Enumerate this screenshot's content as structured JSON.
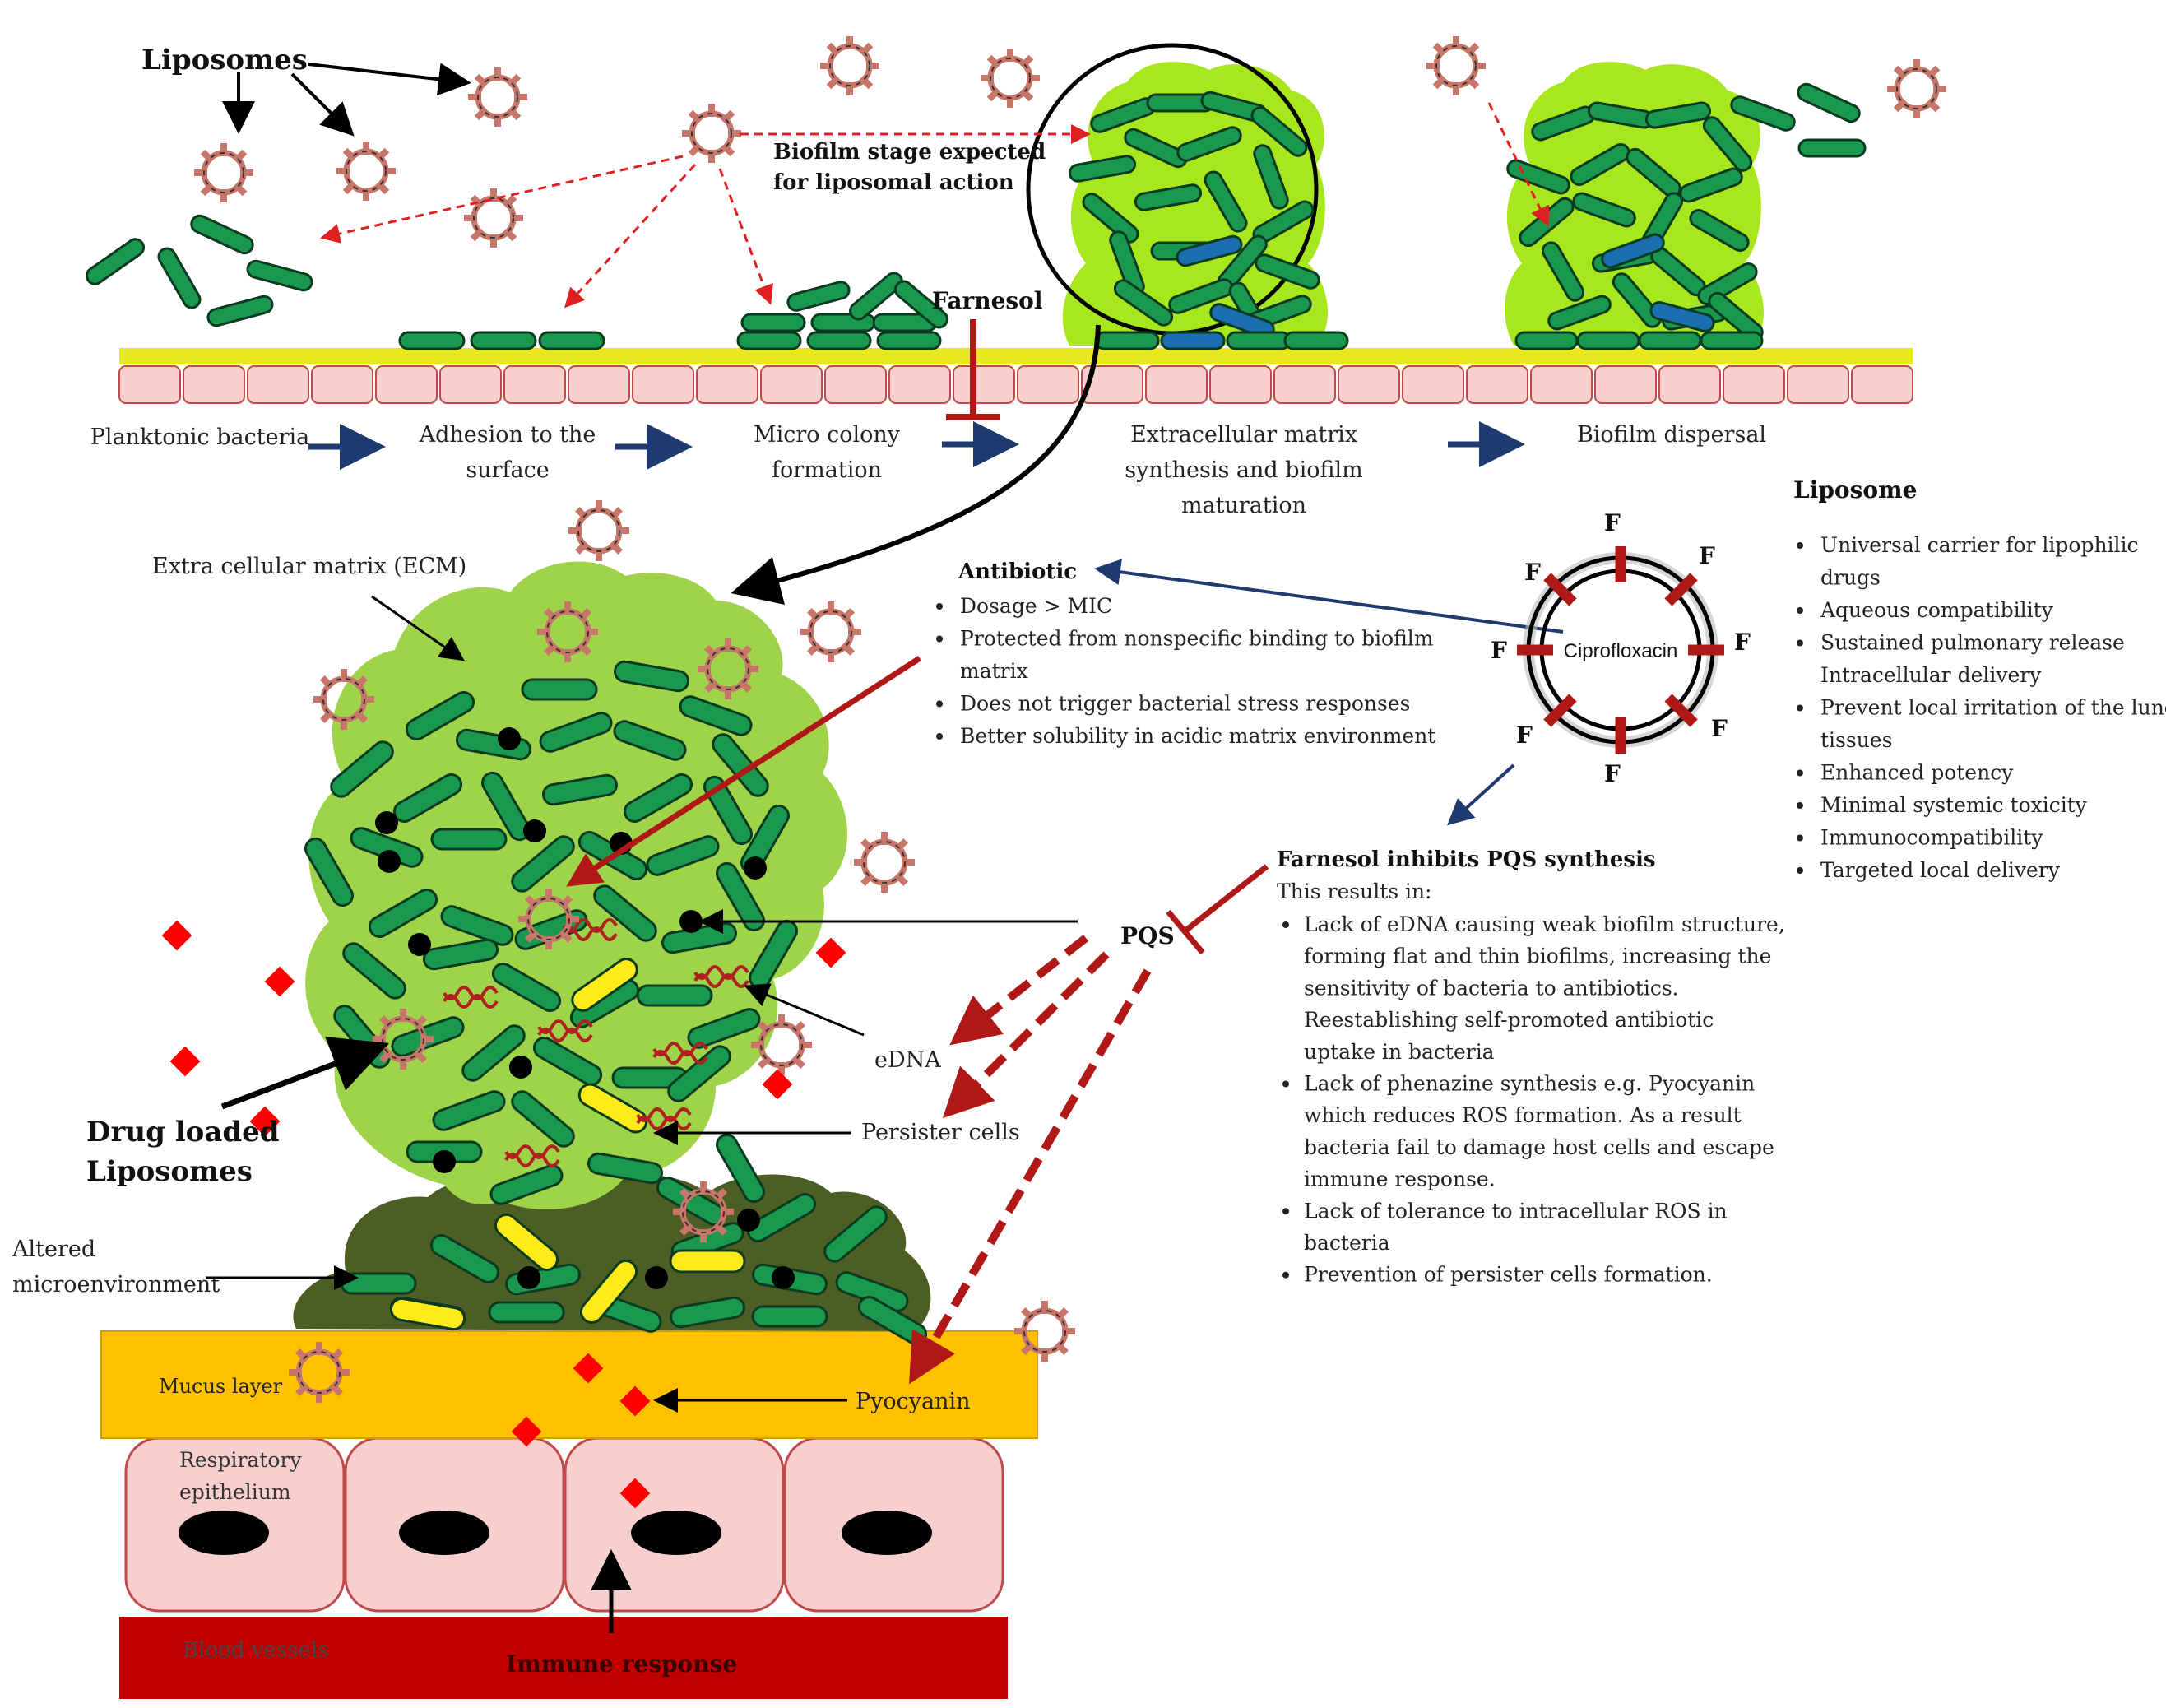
{
  "colors": {
    "bacteria_green": "#1a9850",
    "persister_yellow": "#ffeb1a",
    "biofilm_light": "#9fd44a",
    "biofilm_bright": "#a8e61d",
    "altered_dark": "#4d5e24",
    "mucus": "#ffc000",
    "epithelium": "#f8cfcf",
    "blood": "#c00000",
    "surface_yellow": "#e8e820",
    "inhibit_red": "#b01818",
    "navy_arrow": "#1f3a6e",
    "pyocyanin_red": "#ff0000"
  },
  "top_panel": {
    "liposomes_label": "Liposomes",
    "biofilm_stage_line1": "Biofilm stage expected",
    "biofilm_stage_line2": "for liposomal action",
    "farnesol_label": "Farnesol",
    "stages": [
      {
        "line1": "Planktonic bacteria",
        "line2": "",
        "line3": ""
      },
      {
        "line1": "Adhesion to the",
        "line2": "surface",
        "line3": ""
      },
      {
        "line1": "Micro colony",
        "line2": "formation",
        "line3": ""
      },
      {
        "line1": "Extracellular matrix",
        "line2": "synthesis and biofilm",
        "line3": "maturation"
      },
      {
        "line1": "Biofilm dispersal",
        "line2": "",
        "line3": ""
      }
    ]
  },
  "liposome_panel": {
    "title": "Liposome",
    "items": [
      "Universal carrier for lipophilic",
      "drugs",
      "Aqueous compatibility",
      "Sustained pulmonary release",
      "Intracellular delivery",
      "Prevent local irritation of the lung",
      "tissues",
      "Enhanced potency",
      "Minimal systemic toxicity",
      "Immunocompatibility",
      "Targeted local delivery"
    ]
  },
  "antibiotic_panel": {
    "title": "Antibiotic",
    "items": [
      "Dosage > MIC",
      "Protected from nonspecific binding to biofilm",
      "matrix",
      "Does not trigger bacterial stress responses",
      "Better solubility in acidic matrix environment"
    ]
  },
  "cipro": {
    "label": "Ciprofloxacin",
    "f": "F"
  },
  "farnesol_panel": {
    "title": "Farnesol inhibits PQS synthesis",
    "intro": "This results in:",
    "lines": [
      "Lack of eDNA causing weak biofilm structure,",
      "forming flat and thin biofilms, increasing the",
      "sensitivity of bacteria to antibiotics.",
      "Reestablishing self-promoted antibiotic",
      "uptake in bacteria",
      "Lack of phenazine synthesis e.g. Pyocyanin",
      "which reduces ROS formation. As a result",
      "bacteria fail to damage host cells and escape",
      "immune response.",
      "Lack of tolerance to intracellular ROS in",
      "bacteria",
      "Prevention of persister cells formation."
    ]
  },
  "bottom_panel": {
    "ecm_label": "Extra cellular matrix (ECM)",
    "pqs_label": "PQS",
    "edna_label": "eDNA",
    "persister_label": "Persister cells",
    "drug_line1": "Drug loaded",
    "drug_line2": "Liposomes",
    "altered_line1": "Altered",
    "altered_line2": "microenvironment",
    "mucus_label": "Mucus layer",
    "pyocyanin_label": "Pyocyanin",
    "epithelium_line1": "Respiratory",
    "epithelium_line2": "epithelium",
    "blood_label": "Blood vessels",
    "immune_label": "Immune response"
  }
}
